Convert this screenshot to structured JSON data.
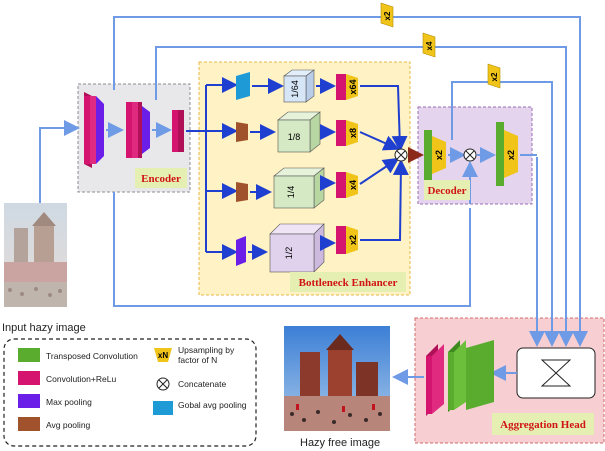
{
  "diagram": {
    "input_label": "Input hazy image",
    "output_label": "Hazy free image",
    "modules": {
      "encoder": "Encoder",
      "bottleneck": "Bottleneck Enhancer",
      "decoder": "Decoder",
      "aggregation": "Aggregation Head"
    },
    "bottleneck_scales": [
      "1/64",
      "1/8",
      "1/4",
      "1/2"
    ],
    "bottleneck_upsample": [
      "x64",
      "x8",
      "x4",
      "x2"
    ],
    "decoder_upsample": [
      "x2",
      "x2"
    ],
    "skip_upsample": [
      "x2",
      "x4",
      "x2"
    ],
    "legend": {
      "transposed_conv": "Transposed Convolution",
      "conv_relu": "Convolution+ReLu",
      "max_pool": "Max pooling",
      "avg_pool": "Avg pooling",
      "xn_symbol": "xN",
      "upsampling": "Upsampling by factor of N",
      "concatenate": "Concatenate",
      "global_avg_pool": "Gobal avg pooling"
    },
    "colors": {
      "transposed_conv": "#5aac2e",
      "conv_relu": "#d4146e",
      "max_pool": "#6a1ee8",
      "avg_pool": "#a0522d",
      "global_avg_pool": "#1e9ad6",
      "upsample": "#f0c419",
      "arrow": "#6f9be6",
      "arrow_dark": "#1f3fd0",
      "bottleneck_bg": "#fff2c4",
      "decoder_bg": "#e4d4ee",
      "aggregation_bg": "#f7cfd2",
      "encoder_bg": "#e8e8ea"
    }
  }
}
